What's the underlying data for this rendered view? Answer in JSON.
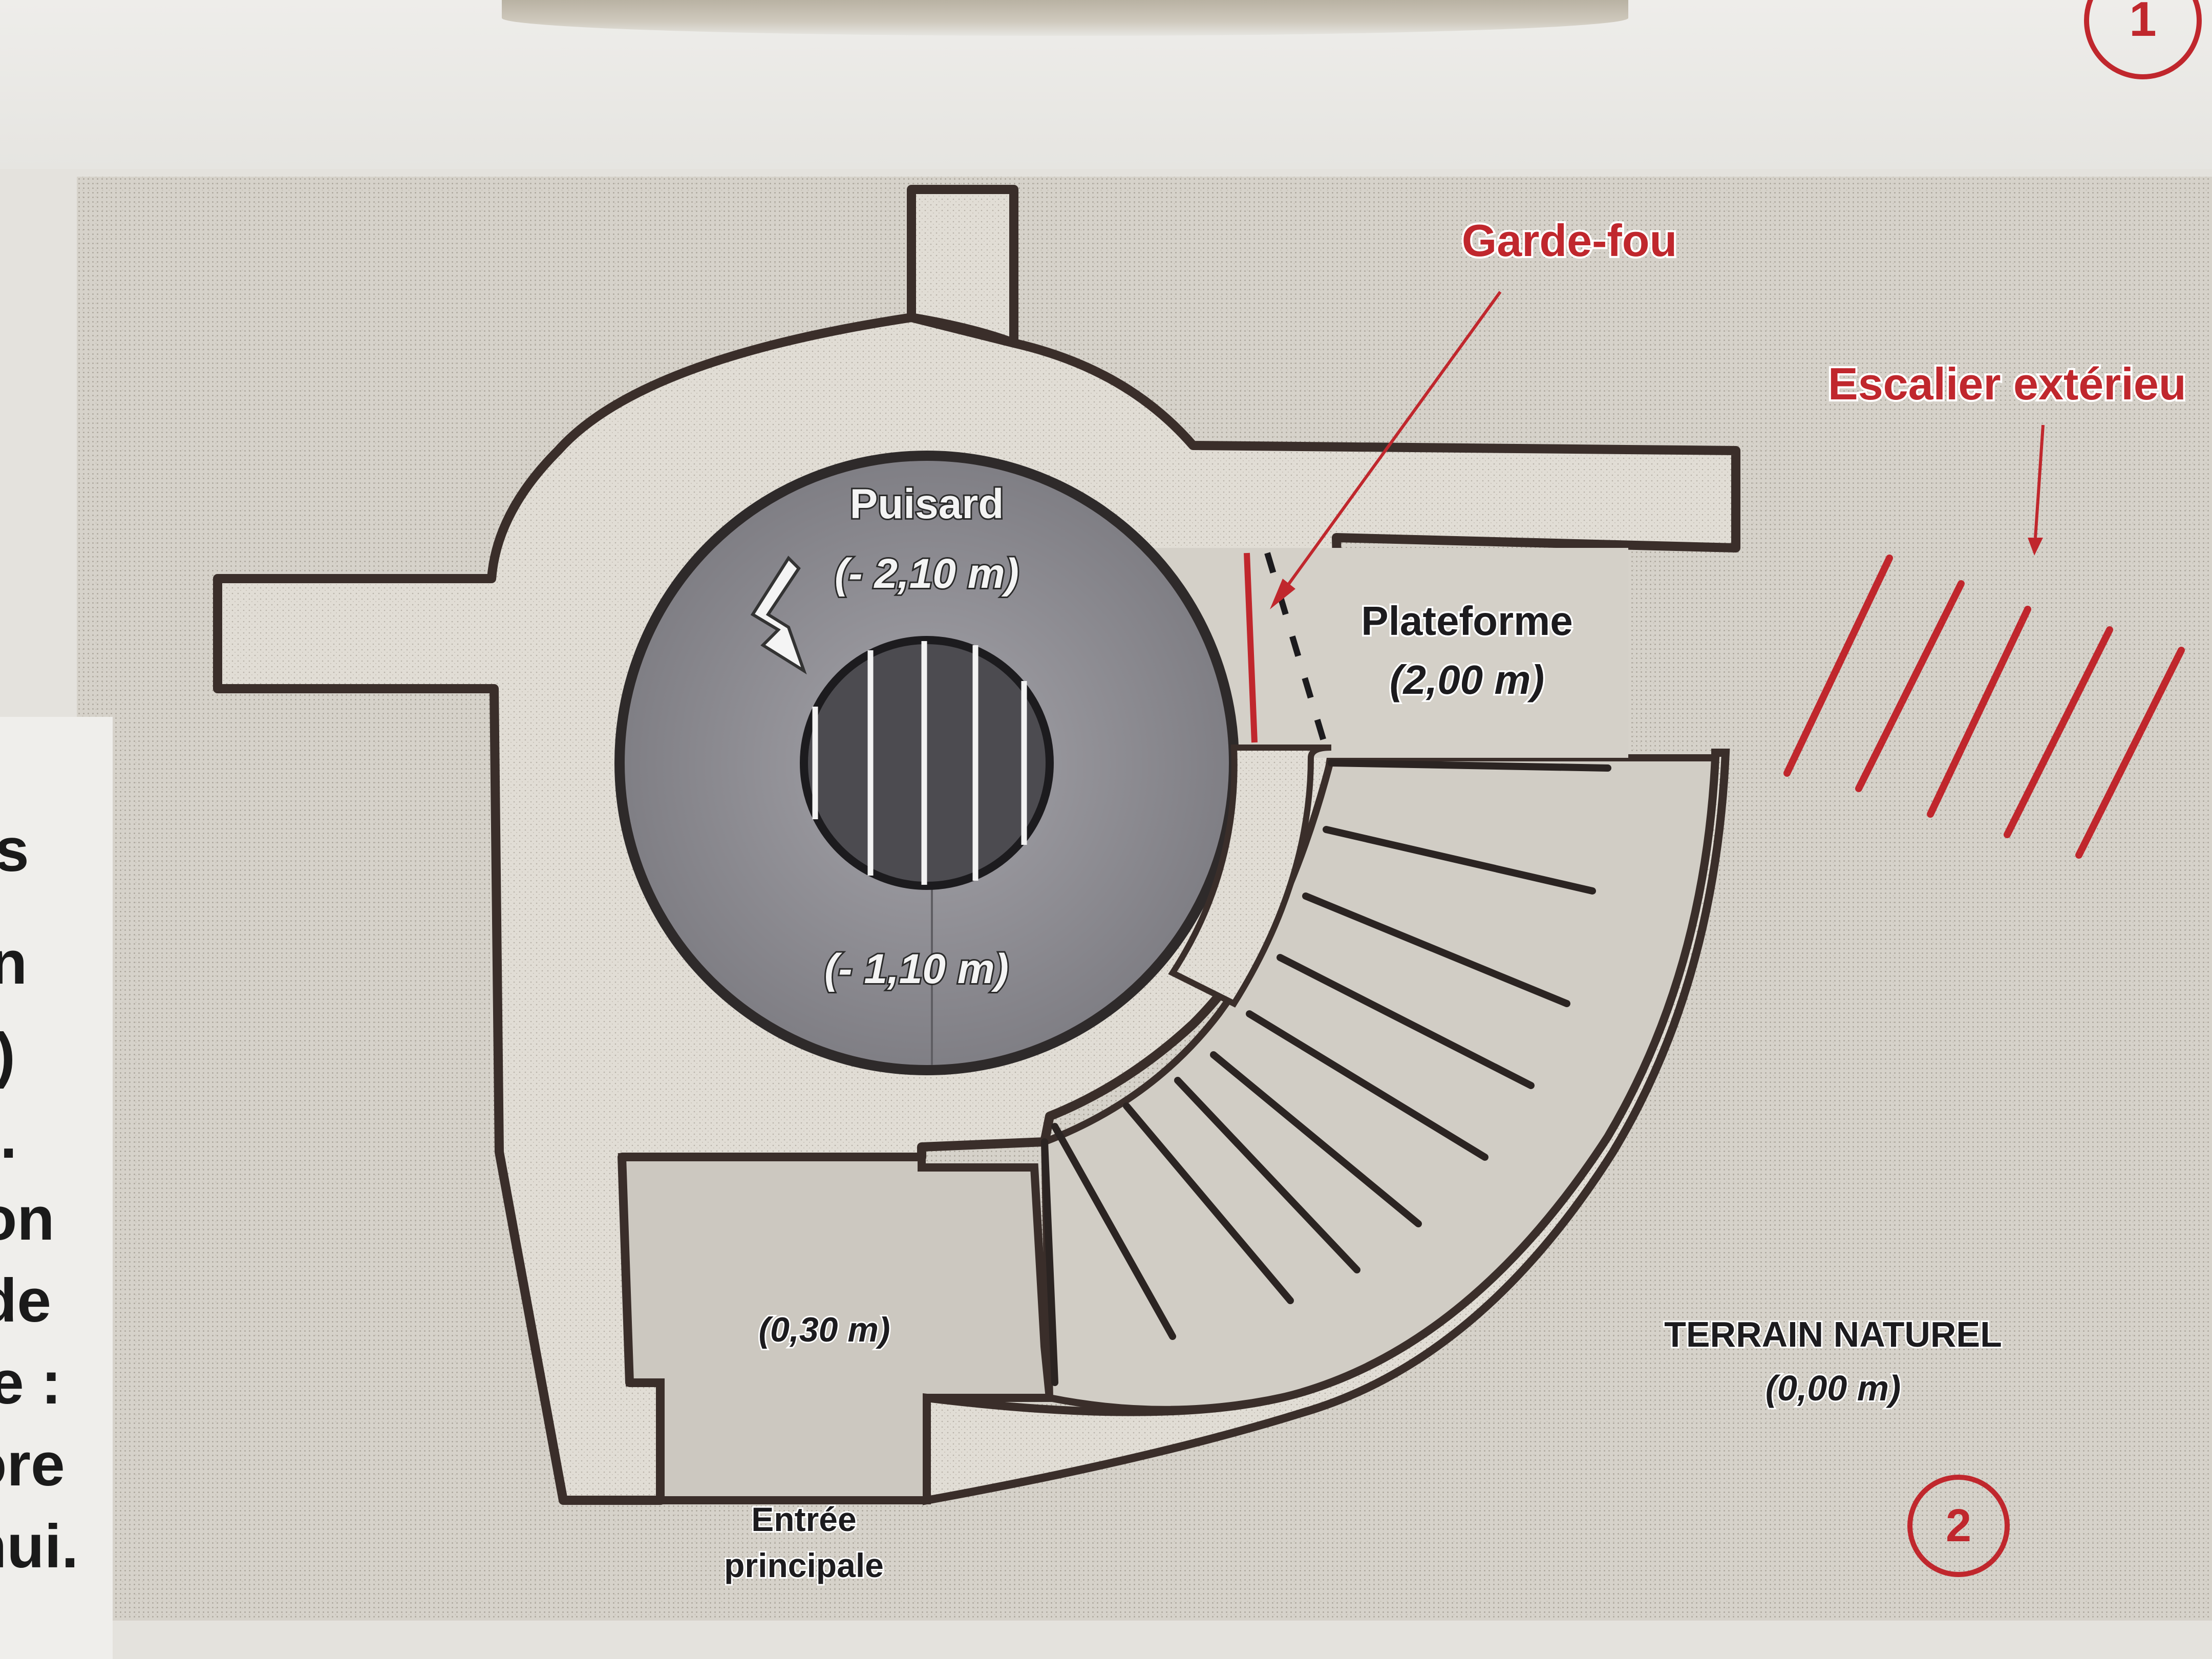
{
  "labels": {
    "puisard": "Puisard",
    "puisard_depth": "(- 2,10 m)",
    "basin_depth": "(- 1,10 m)",
    "garde_fou": "Garde-fou",
    "escalier": "Escalier extérieu",
    "plateforme": "Plateforme",
    "plateforme_height": "(2,00 m)",
    "room_height": "(0,30 m)",
    "terrain": "TERRAIN NATUREL",
    "terrain_height": "(0,00 m)",
    "entree_line1": "Entrée",
    "entree_line2": "principale",
    "figure_number": "2",
    "top_figure_number": "1"
  },
  "side_text": [
    "s",
    "n",
    ")",
    ").",
    "on",
    "de",
    "e :",
    "ore",
    "hui."
  ],
  "colors": {
    "annotation_red": "#c0272d",
    "wall": "#3a2e2a",
    "basin": "#8e8d93",
    "background": "#d6d2ca"
  }
}
